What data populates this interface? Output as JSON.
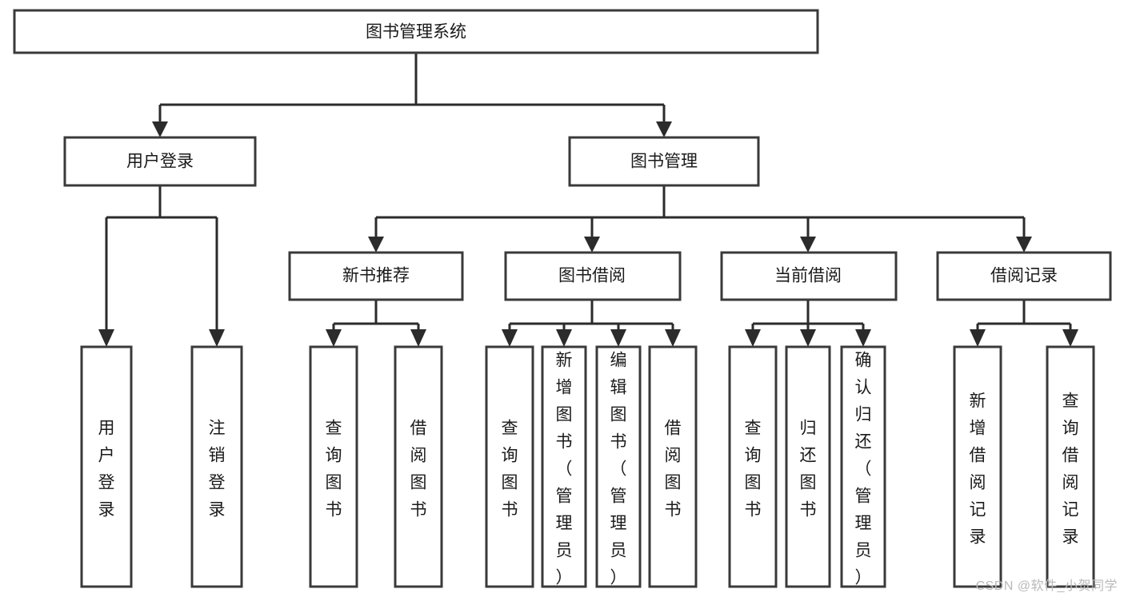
{
  "diagram": {
    "type": "tree-hierarchy",
    "title": "图书管理系统",
    "watermark": "CSDN @软件_小贺同学",
    "colors": {
      "box_stroke": "#3a3a3a",
      "box_fill": "#ffffff",
      "connector": "#2b2b2b",
      "text": "#1a1a1a",
      "watermark": "#b9b9b9",
      "background": "#ffffff"
    },
    "levels": [
      {
        "level": 1,
        "nodes": [
          {
            "id": "root",
            "label": "图书管理系统",
            "orientation": "horizontal"
          }
        ]
      },
      {
        "level": 2,
        "nodes": [
          {
            "id": "user-login",
            "label": "用户登录",
            "orientation": "horizontal",
            "parent": "root"
          },
          {
            "id": "book-manage",
            "label": "图书管理",
            "orientation": "horizontal",
            "parent": "root"
          }
        ]
      },
      {
        "level": 3,
        "nodes": [
          {
            "id": "new-book-rec",
            "label": "新书推荐",
            "orientation": "horizontal",
            "parent": "book-manage"
          },
          {
            "id": "book-borrow",
            "label": "图书借阅",
            "orientation": "horizontal",
            "parent": "book-manage"
          },
          {
            "id": "current-borrow",
            "label": "当前借阅",
            "orientation": "horizontal",
            "parent": "book-manage"
          },
          {
            "id": "borrow-record",
            "label": "借阅记录",
            "orientation": "horizontal",
            "parent": "book-manage"
          }
        ]
      },
      {
        "level": 4,
        "nodes": [
          {
            "id": "leaf-1",
            "label": "用户登录",
            "orientation": "vertical",
            "parent": "user-login"
          },
          {
            "id": "leaf-2",
            "label": "注销登录",
            "orientation": "vertical",
            "parent": "user-login"
          },
          {
            "id": "leaf-3",
            "label": "查询图书",
            "orientation": "vertical",
            "parent": "new-book-rec"
          },
          {
            "id": "leaf-4",
            "label": "借阅图书",
            "orientation": "vertical",
            "parent": "new-book-rec"
          },
          {
            "id": "leaf-5",
            "label": "查询图书",
            "orientation": "vertical",
            "parent": "book-borrow"
          },
          {
            "id": "leaf-6",
            "label": "新增图书（管理员）",
            "orientation": "vertical",
            "parent": "book-borrow"
          },
          {
            "id": "leaf-7",
            "label": "编辑图书（管理员）",
            "orientation": "vertical",
            "parent": "book-borrow"
          },
          {
            "id": "leaf-8",
            "label": "借阅图书",
            "orientation": "vertical",
            "parent": "book-borrow"
          },
          {
            "id": "leaf-9",
            "label": "查询图书",
            "orientation": "vertical",
            "parent": "current-borrow"
          },
          {
            "id": "leaf-10",
            "label": "归还图书",
            "orientation": "vertical",
            "parent": "current-borrow"
          },
          {
            "id": "leaf-11",
            "label": "确认归还（管理员）",
            "orientation": "vertical",
            "parent": "current-borrow"
          },
          {
            "id": "leaf-12",
            "label": "新增借阅记录",
            "orientation": "vertical",
            "parent": "borrow-record"
          },
          {
            "id": "leaf-13",
            "label": "查询借阅记录",
            "orientation": "vertical",
            "parent": "borrow-record"
          }
        ]
      }
    ]
  }
}
